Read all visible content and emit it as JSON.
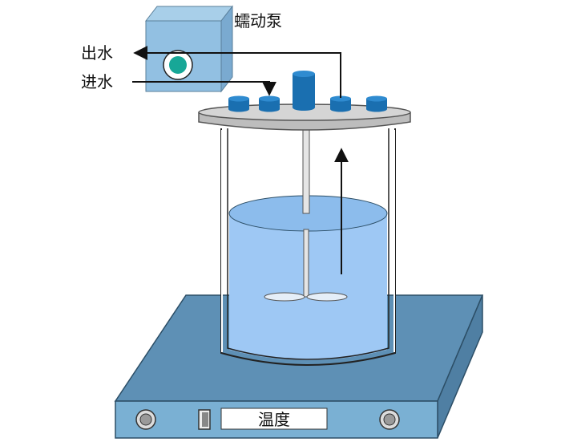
{
  "labels": {
    "pump": "蠕动泵",
    "outlet": "出水",
    "inlet": "进水",
    "temperature": "温度"
  },
  "colors": {
    "pump_body": "#92c0e2",
    "pump_rotor": "#17a797",
    "base_top": "#5e90b5",
    "base_front": "#7ab0d3",
    "liquid": "#9ec8f4",
    "ports": "#1a6fb0",
    "lid": "#d5d5d5"
  },
  "icons": {
    "knob_left": "knob-icon",
    "knob_right": "knob-icon",
    "switch": "switch-icon"
  }
}
